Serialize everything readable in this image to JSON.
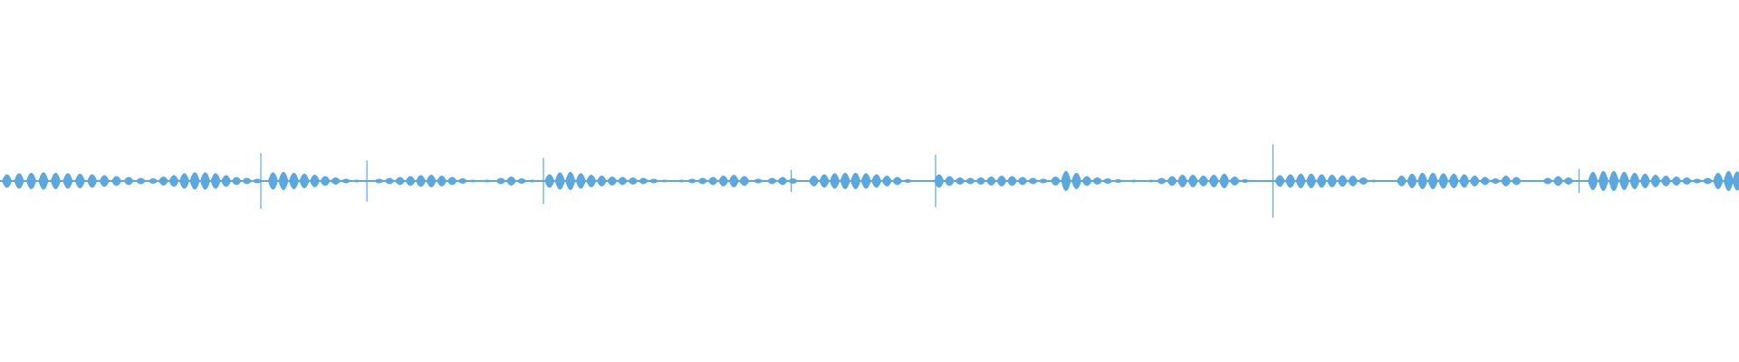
{
  "colors": {
    "background": "#ffffff",
    "waveform": "#5ba8e0"
  },
  "waveform": {
    "bursts": [
      {
        "t": 0.004,
        "a": 0.3
      },
      {
        "t": 0.011,
        "a": 0.34
      },
      {
        "t": 0.018,
        "a": 0.36
      },
      {
        "t": 0.025,
        "a": 0.38
      },
      {
        "t": 0.032,
        "a": 0.36
      },
      {
        "t": 0.039,
        "a": 0.34
      },
      {
        "t": 0.046,
        "a": 0.32
      },
      {
        "t": 0.053,
        "a": 0.3
      },
      {
        "t": 0.06,
        "a": 0.26
      },
      {
        "t": 0.067,
        "a": 0.22
      },
      {
        "t": 0.074,
        "a": 0.18
      },
      {
        "t": 0.081,
        "a": 0.14
      },
      {
        "t": 0.088,
        "a": 0.12
      },
      {
        "t": 0.094,
        "a": 0.2
      },
      {
        "t": 0.1,
        "a": 0.26
      },
      {
        "t": 0.106,
        "a": 0.34
      },
      {
        "t": 0.112,
        "a": 0.38
      },
      {
        "t": 0.118,
        "a": 0.38
      },
      {
        "t": 0.124,
        "a": 0.34
      },
      {
        "t": 0.13,
        "a": 0.26
      },
      {
        "t": 0.136,
        "a": 0.18
      },
      {
        "t": 0.142,
        "a": 0.14
      },
      {
        "t": 0.148,
        "a": 0.1
      },
      {
        "t": 0.157,
        "a": 0.38
      },
      {
        "t": 0.163,
        "a": 0.4
      },
      {
        "t": 0.169,
        "a": 0.36
      },
      {
        "t": 0.175,
        "a": 0.32
      },
      {
        "t": 0.181,
        "a": 0.28
      },
      {
        "t": 0.187,
        "a": 0.22
      },
      {
        "t": 0.193,
        "a": 0.16
      },
      {
        "t": 0.199,
        "a": 0.1
      },
      {
        "t": 0.205,
        "a": 0.06
      },
      {
        "t": 0.218,
        "a": 0.1
      },
      {
        "t": 0.224,
        "a": 0.14
      },
      {
        "t": 0.23,
        "a": 0.18
      },
      {
        "t": 0.236,
        "a": 0.22
      },
      {
        "t": 0.242,
        "a": 0.26
      },
      {
        "t": 0.248,
        "a": 0.28
      },
      {
        "t": 0.254,
        "a": 0.24
      },
      {
        "t": 0.26,
        "a": 0.18
      },
      {
        "t": 0.266,
        "a": 0.12
      },
      {
        "t": 0.272,
        "a": 0.06
      },
      {
        "t": 0.28,
        "a": 0.04
      },
      {
        "t": 0.288,
        "a": 0.14
      },
      {
        "t": 0.294,
        "a": 0.2
      },
      {
        "t": 0.3,
        "a": 0.12
      },
      {
        "t": 0.306,
        "a": 0.06
      },
      {
        "t": 0.316,
        "a": 0.3
      },
      {
        "t": 0.322,
        "a": 0.38
      },
      {
        "t": 0.328,
        "a": 0.4
      },
      {
        "t": 0.334,
        "a": 0.34
      },
      {
        "t": 0.34,
        "a": 0.28
      },
      {
        "t": 0.346,
        "a": 0.24
      },
      {
        "t": 0.352,
        "a": 0.2
      },
      {
        "t": 0.358,
        "a": 0.18
      },
      {
        "t": 0.364,
        "a": 0.16
      },
      {
        "t": 0.37,
        "a": 0.14
      },
      {
        "t": 0.376,
        "a": 0.1
      },
      {
        "t": 0.382,
        "a": 0.06
      },
      {
        "t": 0.392,
        "a": 0.06
      },
      {
        "t": 0.398,
        "a": 0.1
      },
      {
        "t": 0.404,
        "a": 0.14
      },
      {
        "t": 0.41,
        "a": 0.18
      },
      {
        "t": 0.416,
        "a": 0.24
      },
      {
        "t": 0.422,
        "a": 0.28
      },
      {
        "t": 0.428,
        "a": 0.22
      },
      {
        "t": 0.436,
        "a": 0.1
      },
      {
        "t": 0.444,
        "a": 0.14
      },
      {
        "t": 0.45,
        "a": 0.18
      },
      {
        "t": 0.456,
        "a": 0.12
      },
      {
        "t": 0.468,
        "a": 0.24
      },
      {
        "t": 0.474,
        "a": 0.3
      },
      {
        "t": 0.48,
        "a": 0.34
      },
      {
        "t": 0.486,
        "a": 0.36
      },
      {
        "t": 0.492,
        "a": 0.36
      },
      {
        "t": 0.498,
        "a": 0.34
      },
      {
        "t": 0.504,
        "a": 0.3
      },
      {
        "t": 0.51,
        "a": 0.24
      },
      {
        "t": 0.516,
        "a": 0.18
      },
      {
        "t": 0.522,
        "a": 0.08
      },
      {
        "t": 0.54,
        "a": 0.3
      },
      {
        "t": 0.546,
        "a": 0.22
      },
      {
        "t": 0.552,
        "a": 0.16
      },
      {
        "t": 0.558,
        "a": 0.14
      },
      {
        "t": 0.564,
        "a": 0.16
      },
      {
        "t": 0.57,
        "a": 0.2
      },
      {
        "t": 0.576,
        "a": 0.24
      },
      {
        "t": 0.582,
        "a": 0.22
      },
      {
        "t": 0.588,
        "a": 0.18
      },
      {
        "t": 0.594,
        "a": 0.14
      },
      {
        "t": 0.6,
        "a": 0.1
      },
      {
        "t": 0.607,
        "a": 0.2
      },
      {
        "t": 0.613,
        "a": 0.44
      },
      {
        "t": 0.619,
        "a": 0.36
      },
      {
        "t": 0.625,
        "a": 0.22
      },
      {
        "t": 0.631,
        "a": 0.16
      },
      {
        "t": 0.637,
        "a": 0.12
      },
      {
        "t": 0.643,
        "a": 0.08
      },
      {
        "t": 0.652,
        "a": 0.04
      },
      {
        "t": 0.662,
        "a": 0.06
      },
      {
        "t": 0.668,
        "a": 0.14
      },
      {
        "t": 0.674,
        "a": 0.22
      },
      {
        "t": 0.68,
        "a": 0.28
      },
      {
        "t": 0.686,
        "a": 0.28
      },
      {
        "t": 0.692,
        "a": 0.24
      },
      {
        "t": 0.698,
        "a": 0.28
      },
      {
        "t": 0.704,
        "a": 0.32
      },
      {
        "t": 0.71,
        "a": 0.2
      },
      {
        "t": 0.716,
        "a": 0.08
      },
      {
        "t": 0.736,
        "a": 0.26
      },
      {
        "t": 0.742,
        "a": 0.3
      },
      {
        "t": 0.748,
        "a": 0.32
      },
      {
        "t": 0.754,
        "a": 0.32
      },
      {
        "t": 0.76,
        "a": 0.3
      },
      {
        "t": 0.766,
        "a": 0.28
      },
      {
        "t": 0.772,
        "a": 0.26
      },
      {
        "t": 0.778,
        "a": 0.24
      },
      {
        "t": 0.784,
        "a": 0.16
      },
      {
        "t": 0.79,
        "a": 0.06
      },
      {
        "t": 0.806,
        "a": 0.24
      },
      {
        "t": 0.812,
        "a": 0.32
      },
      {
        "t": 0.818,
        "a": 0.36
      },
      {
        "t": 0.824,
        "a": 0.36
      },
      {
        "t": 0.83,
        "a": 0.34
      },
      {
        "t": 0.836,
        "a": 0.32
      },
      {
        "t": 0.842,
        "a": 0.3
      },
      {
        "t": 0.848,
        "a": 0.24
      },
      {
        "t": 0.854,
        "a": 0.18
      },
      {
        "t": 0.86,
        "a": 0.12
      },
      {
        "t": 0.866,
        "a": 0.24
      },
      {
        "t": 0.872,
        "a": 0.18
      },
      {
        "t": 0.89,
        "a": 0.14
      },
      {
        "t": 0.896,
        "a": 0.22
      },
      {
        "t": 0.902,
        "a": 0.16
      },
      {
        "t": 0.916,
        "a": 0.4
      },
      {
        "t": 0.922,
        "a": 0.44
      },
      {
        "t": 0.928,
        "a": 0.44
      },
      {
        "t": 0.934,
        "a": 0.4
      },
      {
        "t": 0.94,
        "a": 0.36
      },
      {
        "t": 0.946,
        "a": 0.32
      },
      {
        "t": 0.952,
        "a": 0.28
      },
      {
        "t": 0.958,
        "a": 0.24
      },
      {
        "t": 0.964,
        "a": 0.2
      },
      {
        "t": 0.97,
        "a": 0.16
      },
      {
        "t": 0.976,
        "a": 0.1
      },
      {
        "t": 0.982,
        "a": 0.14
      },
      {
        "t": 0.988,
        "a": 0.36
      },
      {
        "t": 0.994,
        "a": 0.44
      },
      {
        "t": 0.999,
        "a": 0.42
      }
    ],
    "transients": [
      {
        "t": 0.15,
        "a": 0.7
      },
      {
        "t": 0.211,
        "a": 0.52
      },
      {
        "t": 0.3125,
        "a": 0.58
      },
      {
        "t": 0.455,
        "a": 0.28
      },
      {
        "t": 0.538,
        "a": 0.66
      },
      {
        "t": 0.732,
        "a": 0.92
      },
      {
        "t": 0.908,
        "a": 0.3
      }
    ]
  }
}
